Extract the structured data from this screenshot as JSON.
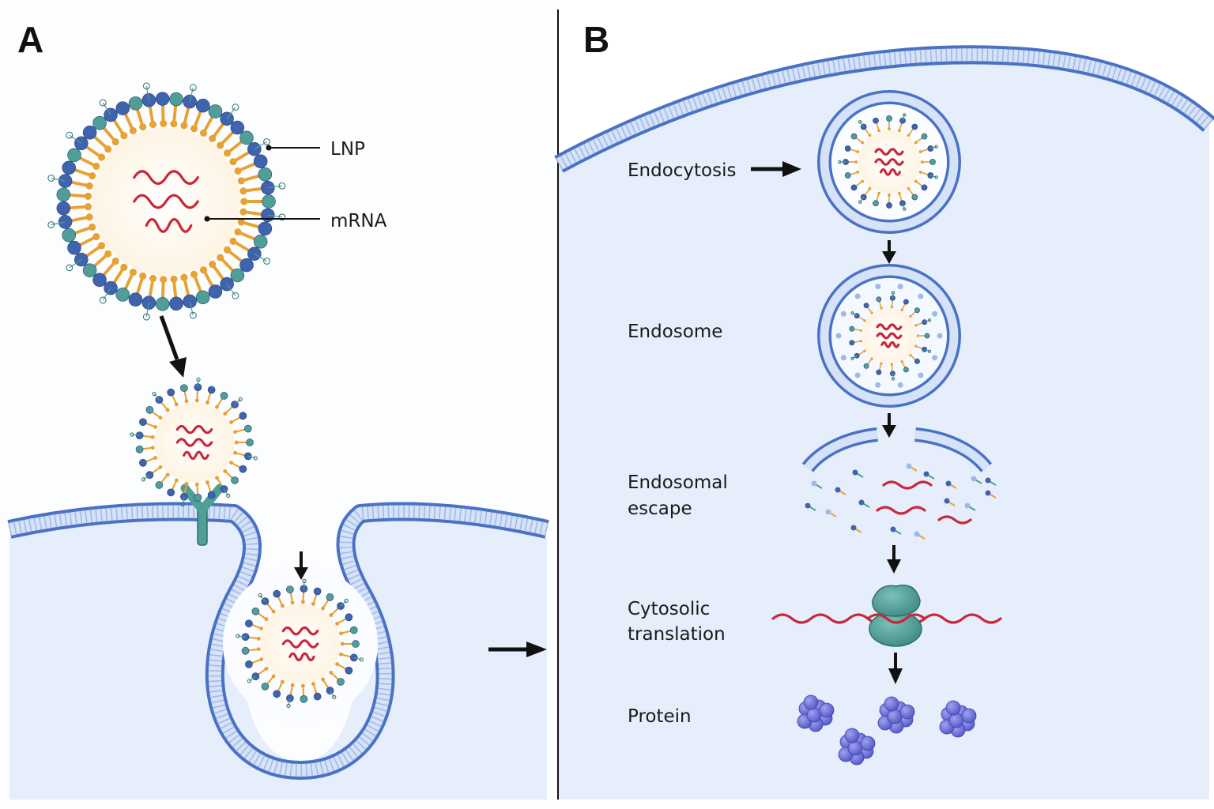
{
  "panels": {
    "a": {
      "letter": "A",
      "callouts": {
        "lnp": "LNP",
        "mrna": "mRNA"
      }
    },
    "b": {
      "letter": "B",
      "steps": {
        "endocytosis": "Endocytosis",
        "endosome": "Endosome",
        "escape_1": "Endosomal",
        "escape_2": "escape",
        "translation_1": "Cytosolic",
        "translation_2": "translation",
        "protein": "Protein"
      }
    }
  },
  "colors": {
    "membrane_head": "#4a72c4",
    "membrane_tail": "#b9cdee",
    "lipid_tail_orange": "#e8a133",
    "lipid_head_teal": "#4f9e98",
    "lipid_head_blue": "#3f63ad",
    "mrna": "#c8283a",
    "ribosome": "#4f9e98",
    "protein": "#6b6fd6",
    "cell_fill": "#e6eefb"
  },
  "icons": [
    "lnp-icon",
    "mrna-icon",
    "receptor-icon",
    "vesicle-icon",
    "endosome-icon",
    "ribosome-icon",
    "protein-icon",
    "arrow-icon"
  ]
}
